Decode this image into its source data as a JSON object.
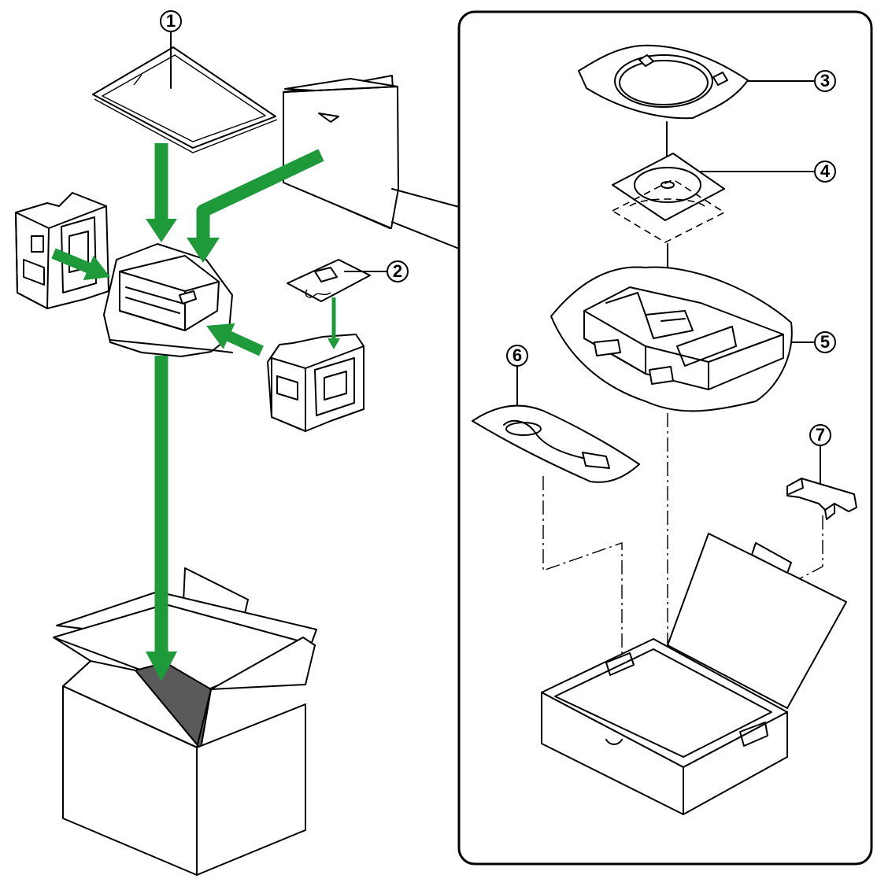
{
  "callouts": [
    "1",
    "2",
    "3",
    "4",
    "5",
    "6",
    "7"
  ],
  "colors": {
    "arrow": "#1f9a3a",
    "line": "#000000",
    "fill": "#ffffff",
    "box_interior": "#5a5a5a"
  },
  "icons": {
    "manual": "document-folder-icon",
    "accessory_box": "accessory-box-icon",
    "scanner": "scanner-in-bag-icon",
    "foam_left": "foam-cushion-icon",
    "foam_right": "foam-cushion-icon",
    "ac_adapter": "ac-adapter-icon",
    "outer_carton": "shipping-carton-icon",
    "usb_cable": "usb-cable-icon",
    "cd_rom": "cd-rom-icon",
    "paper_chute": "paper-chute-icon",
    "power_cord": "power-cord-icon",
    "clip": "clip-part-icon",
    "inner_box": "inner-box-icon"
  }
}
